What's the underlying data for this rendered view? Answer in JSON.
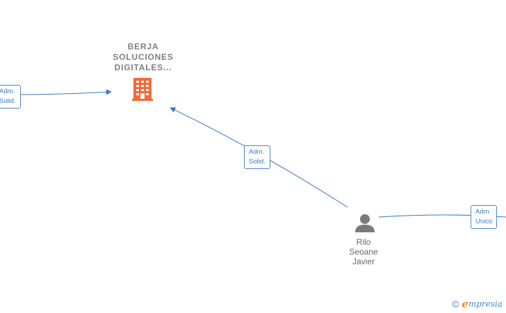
{
  "company": {
    "name_lines": [
      "BERJA",
      "SOLUCIONES",
      "DIGITALES..."
    ],
    "icon": "building-icon",
    "color": "#f26a3a"
  },
  "person": {
    "name_lines": [
      "Rilo",
      "Seoane",
      "Javier"
    ],
    "icon": "person-icon",
    "color": "#7a7a7a"
  },
  "relations": [
    {
      "line1": "Adm.",
      "line2": "Solid."
    },
    {
      "line1": "Adm.",
      "line2": "Solid."
    },
    {
      "line1": "Adm.",
      "line2": "Unico"
    }
  ],
  "edge_color": "#3a78c0",
  "brand": {
    "copyright": "©",
    "initial": "e",
    "rest": "mpresia"
  }
}
